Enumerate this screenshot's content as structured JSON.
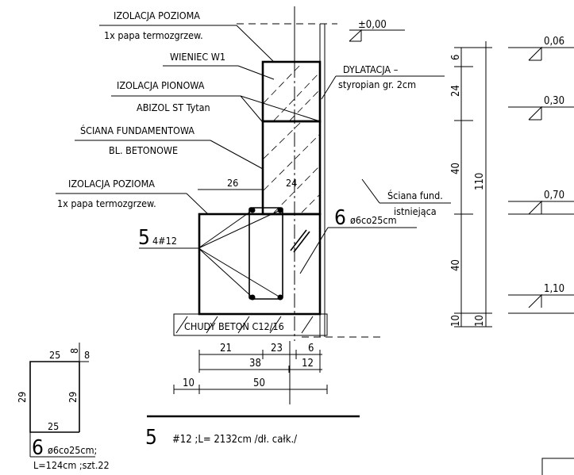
{
  "labels": {
    "izolacja_pozioma_top": "IZOLACJA POZIOMA",
    "papa_top": "1x papa termozgrzew.",
    "wieniec": "WIENIEC W1",
    "izolacja_pionowa": "IZOLACJA PIONOWA",
    "abizol": "ABIZOL ST Tytan",
    "sciana_fundamentowa": "ŚCIANA FUNDAMENTOWA",
    "bl_betonowe": "BL. BETONOWE",
    "izolacja_pozioma_bottom": "IZOLACJA POZIOMA",
    "papa_bottom": "1x papa termozgrzew.",
    "dylatacja": "DYLATACJA –",
    "styropian": "styropian gr. 2cm",
    "sciana_fund": "Ściana fund.",
    "istniejaca": "istniejąca",
    "chudy_beton": "CHUDY BETON C12/16"
  },
  "rebar": {
    "main_num": "5",
    "main_spec": "4#12",
    "stirrup_num": "6",
    "stirrup_spec": "ø6co25cm",
    "summary_num": "5",
    "summary_text": "#12 ;L= 2132cm  /dł. całk./"
  },
  "dims": {
    "d26": "26",
    "d24": "24",
    "d21": "21",
    "d23": "23",
    "d6": "6",
    "d38": "38",
    "d12": "12",
    "d10": "10",
    "d50": "50",
    "v6": "6",
    "v24": "24",
    "v40a": "40",
    "v40b": "40",
    "v10a": "10",
    "v10b": "10",
    "v110": "110"
  },
  "levels": {
    "zero": "±0,00",
    "l1": "0,06",
    "l2": "0,30",
    "l3": "0,70",
    "l4": "1,10"
  },
  "stirrup_shape": {
    "top": "25",
    "hook": "8",
    "hook2": "8",
    "left": "29",
    "right": "29",
    "bottom": "25",
    "num": "6",
    "spec": "ø6co25cm;",
    "length": "L=124cm ;szt.22"
  }
}
